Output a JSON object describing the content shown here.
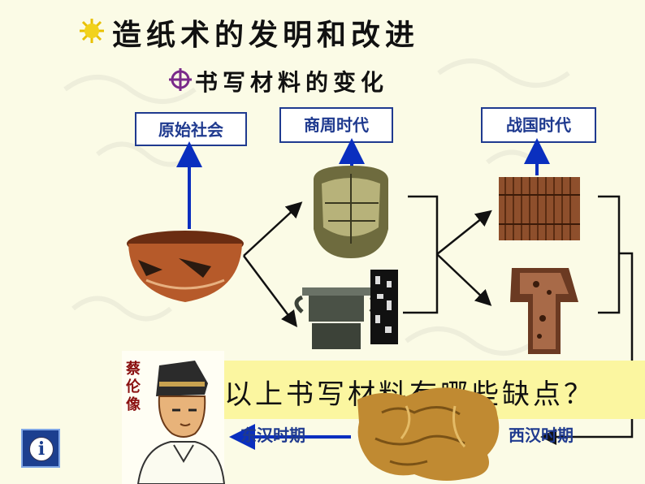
{
  "slide": {
    "title": "造纸术的发明和改进",
    "subtitle": "书写材料的变化",
    "eras": {
      "primitive": "原始社会",
      "shang_zhou": "商周时代",
      "warring_states": "战国时代",
      "eastern_han": "东汉时期",
      "western_han": "西汉时期"
    },
    "question": "以上书写材料有哪些缺点？",
    "portrait_label": "蔡伦像",
    "info_button_glyph": "i"
  },
  "colors": {
    "background": "#fbfbe6",
    "box_border": "#1f3a8f",
    "arrow_blue": "#0a2fbf",
    "question_bar": "#fbf6a0"
  },
  "icons": {
    "title_bullet": "sun-icon",
    "subtitle_bullet": "crosshair-icon",
    "info_button": "info-icon"
  }
}
